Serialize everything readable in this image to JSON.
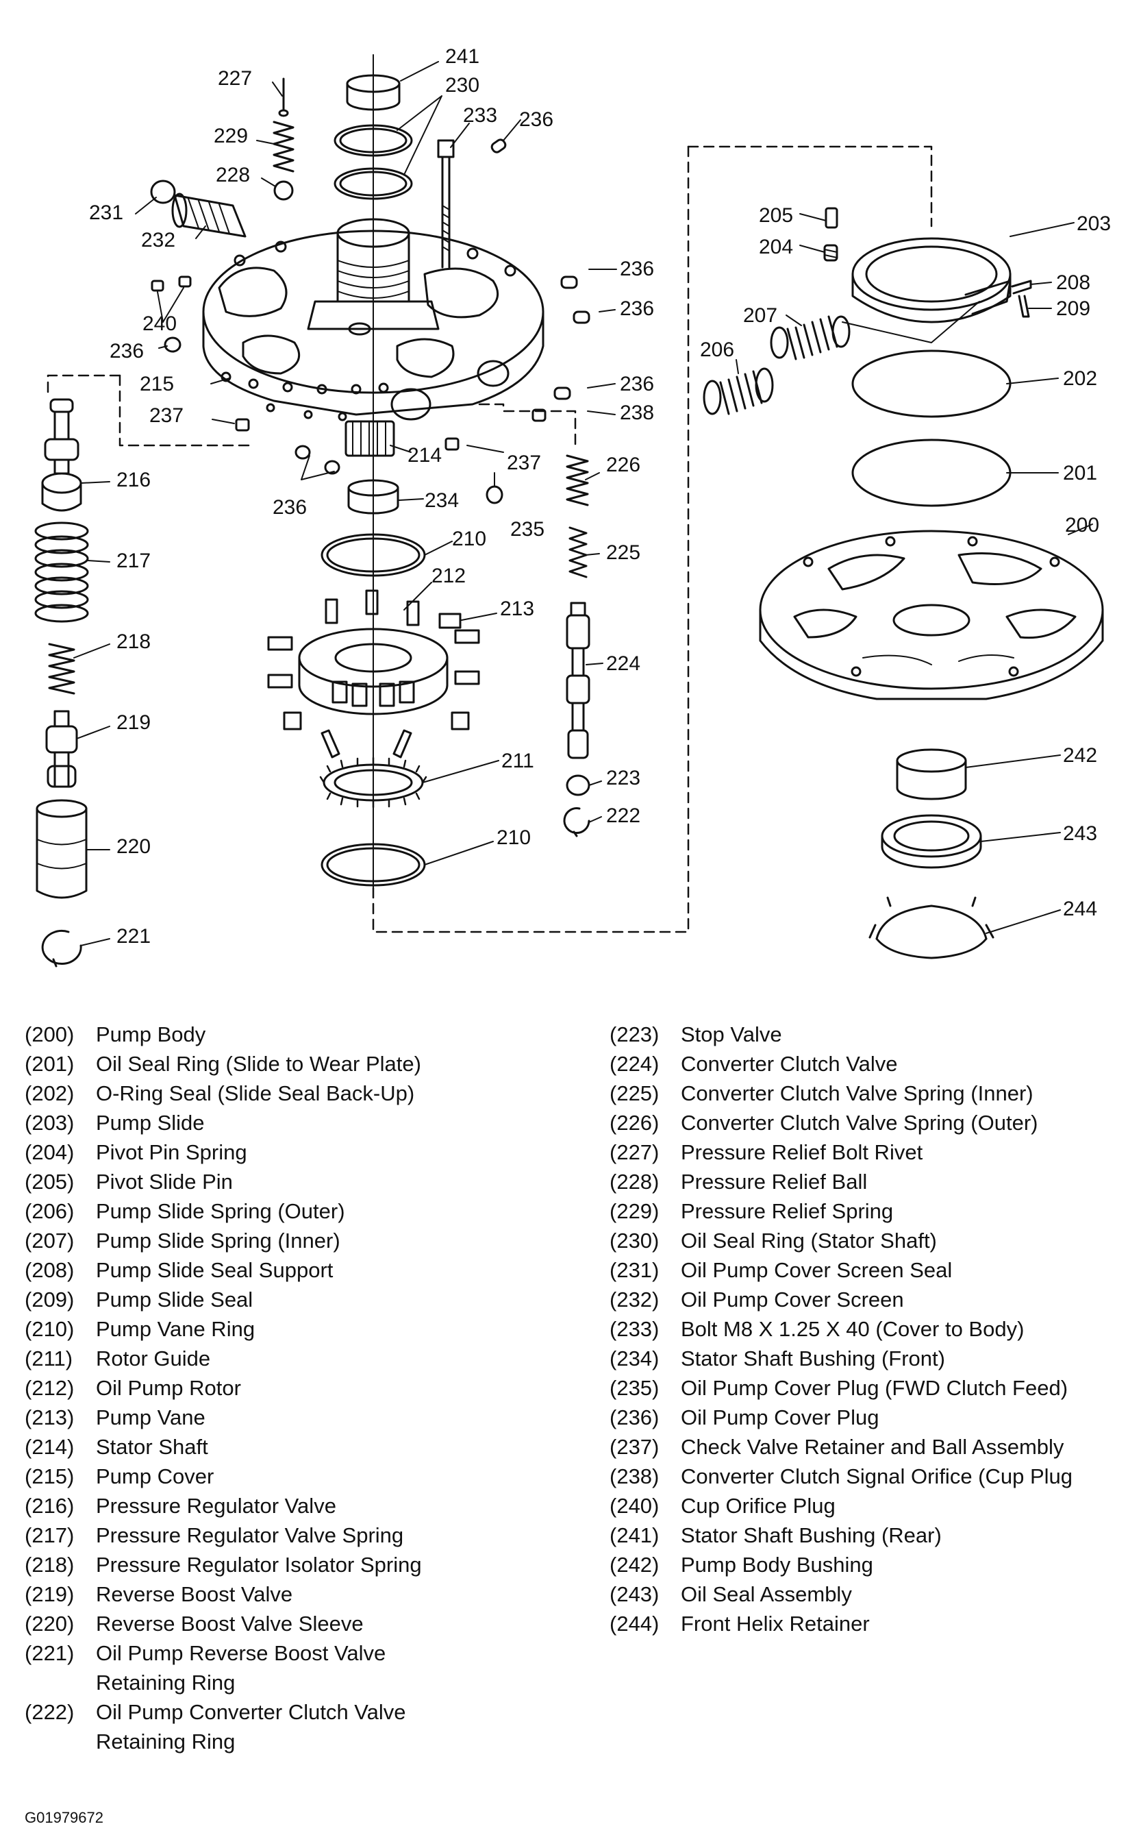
{
  "callouts": [
    "200",
    "201",
    "202",
    "203",
    "204",
    "205",
    "206",
    "207",
    "208",
    "209",
    "210",
    "210",
    "211",
    "212",
    "213",
    "214",
    "215",
    "216",
    "217",
    "218",
    "219",
    "220",
    "221",
    "222",
    "223",
    "224",
    "225",
    "226",
    "227",
    "228",
    "229",
    "230",
    "231",
    "232",
    "233",
    "234",
    "235",
    "236",
    "236",
    "236",
    "236",
    "236",
    "236",
    "237",
    "237",
    "238",
    "240",
    "241",
    "242",
    "243",
    "244"
  ],
  "legend_left": [
    {
      "code": "(200)",
      "name": "Pump Body"
    },
    {
      "code": "(201)",
      "name": "Oil Seal Ring (Slide to Wear Plate)"
    },
    {
      "code": "(202)",
      "name": "O-Ring Seal (Slide Seal Back-Up)"
    },
    {
      "code": "(203)",
      "name": "Pump Slide"
    },
    {
      "code": "(204)",
      "name": "Pivot Pin Spring"
    },
    {
      "code": "(205)",
      "name": "Pivot Slide Pin"
    },
    {
      "code": "(206)",
      "name": "Pump Slide Spring (Outer)"
    },
    {
      "code": "(207)",
      "name": "Pump Slide Spring (Inner)"
    },
    {
      "code": "(208)",
      "name": "Pump Slide Seal Support"
    },
    {
      "code": "(209)",
      "name": "Pump Slide Seal"
    },
    {
      "code": "(210)",
      "name": "Pump Vane Ring"
    },
    {
      "code": "(211)",
      "name": "Rotor Guide"
    },
    {
      "code": "(212)",
      "name": "Oil Pump Rotor"
    },
    {
      "code": "(213)",
      "name": "Pump Vane"
    },
    {
      "code": "(214)",
      "name": "Stator Shaft"
    },
    {
      "code": "(215)",
      "name": "Pump Cover"
    },
    {
      "code": "(216)",
      "name": "Pressure Regulator Valve"
    },
    {
      "code": "(217)",
      "name": "Pressure Regulator Valve Spring"
    },
    {
      "code": "(218)",
      "name": "Pressure Regulator Isolator Spring"
    },
    {
      "code": "(219)",
      "name": "Reverse Boost Valve"
    },
    {
      "code": "(220)",
      "name": "Reverse Boost Valve Sleeve"
    },
    {
      "code": "(221)",
      "name": "Oil Pump Reverse Boost Valve\nRetaining Ring"
    },
    {
      "code": "(222)",
      "name": "Oil Pump Converter Clutch Valve\nRetaining Ring"
    }
  ],
  "legend_right": [
    {
      "code": "(223)",
      "name": "Stop Valve"
    },
    {
      "code": "(224)",
      "name": "Converter Clutch Valve"
    },
    {
      "code": "(225)",
      "name": "Converter Clutch Valve Spring (Inner)"
    },
    {
      "code": "(226)",
      "name": "Converter Clutch Valve Spring (Outer)"
    },
    {
      "code": "(227)",
      "name": "Pressure Relief Bolt Rivet"
    },
    {
      "code": "(228)",
      "name": "Pressure Relief Ball"
    },
    {
      "code": "(229)",
      "name": "Pressure Relief Spring"
    },
    {
      "code": "(230)",
      "name": "Oil Seal Ring (Stator Shaft)"
    },
    {
      "code": "(231)",
      "name": "Oil Pump Cover Screen Seal"
    },
    {
      "code": "(232)",
      "name": "Oil Pump Cover Screen"
    },
    {
      "code": "(233)",
      "name": "Bolt M8 X 1.25 X 40 (Cover to Body)"
    },
    {
      "code": "(234)",
      "name": "Stator Shaft Bushing (Front)"
    },
    {
      "code": "(235)",
      "name": "Oil Pump Cover Plug (FWD Clutch Feed)"
    },
    {
      "code": "(236)",
      "name": "Oil Pump Cover Plug"
    },
    {
      "code": "(237)",
      "name": "Check Valve Retainer and Ball Assembly"
    },
    {
      "code": "(238)",
      "name": "Converter Clutch Signal Orifice (Cup Plug"
    },
    {
      "code": "(240)",
      "name": "Cup Orifice Plug"
    },
    {
      "code": "(241)",
      "name": "Stator Shaft Bushing (Rear)"
    },
    {
      "code": "(242)",
      "name": "Pump Body Bushing"
    },
    {
      "code": "(243)",
      "name": "Oil Seal Assembly"
    },
    {
      "code": "(244)",
      "name": "Front Helix Retainer"
    }
  ],
  "figure_id": "G01979672"
}
